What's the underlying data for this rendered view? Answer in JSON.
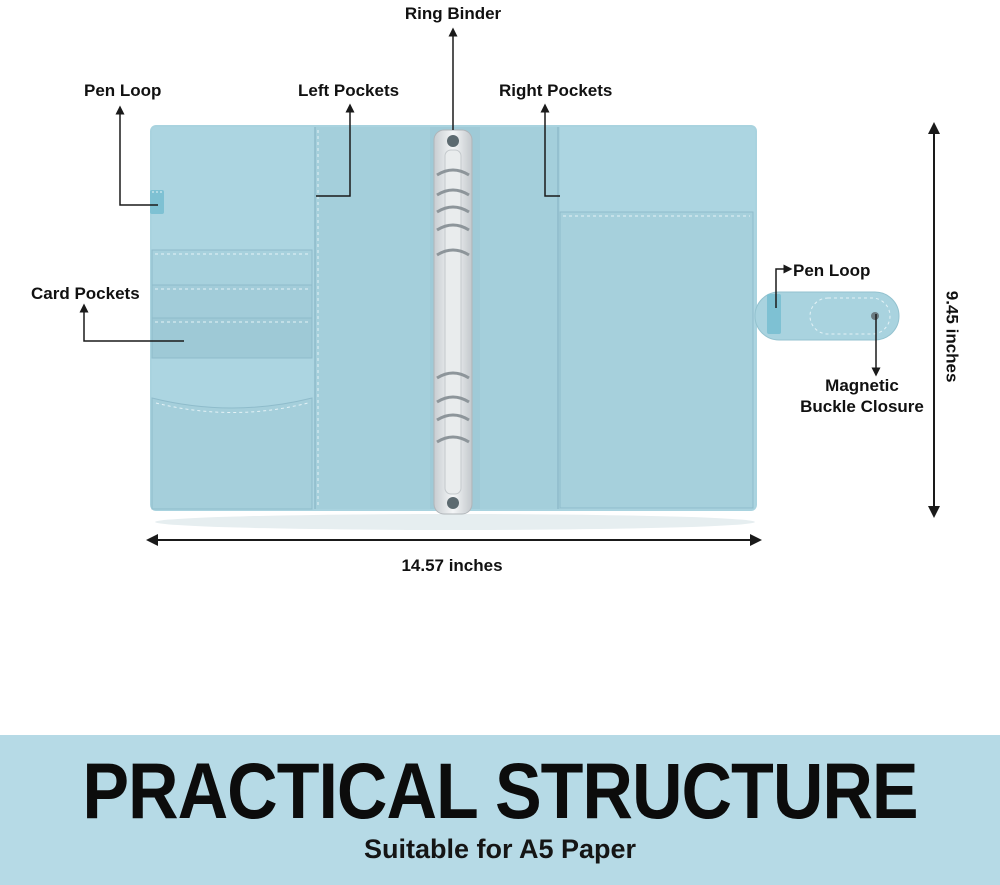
{
  "labels": {
    "ring_binder": "Ring Binder",
    "pen_loop_left": "Pen Loop",
    "left_pockets": "Left Pockets",
    "right_pockets": "Right Pockets",
    "card_pockets": "Card Pockets",
    "pen_loop_right": "Pen Loop",
    "magnetic_line1": "Magnetic",
    "magnetic_line2": "Buckle Closure",
    "height": "9.45 inches",
    "width": "14.57 inches"
  },
  "banner": {
    "title": "PRACTICAL STRUCTURE",
    "subtitle": "Suitable for A5 Paper"
  },
  "colors": {
    "binder_blue": "#a9d3df",
    "binder_blue_dark": "#93c2cf",
    "ring_silver": "#d9dde0",
    "banner_blue": "#b6dae6",
    "line": "#1a1a1a"
  }
}
